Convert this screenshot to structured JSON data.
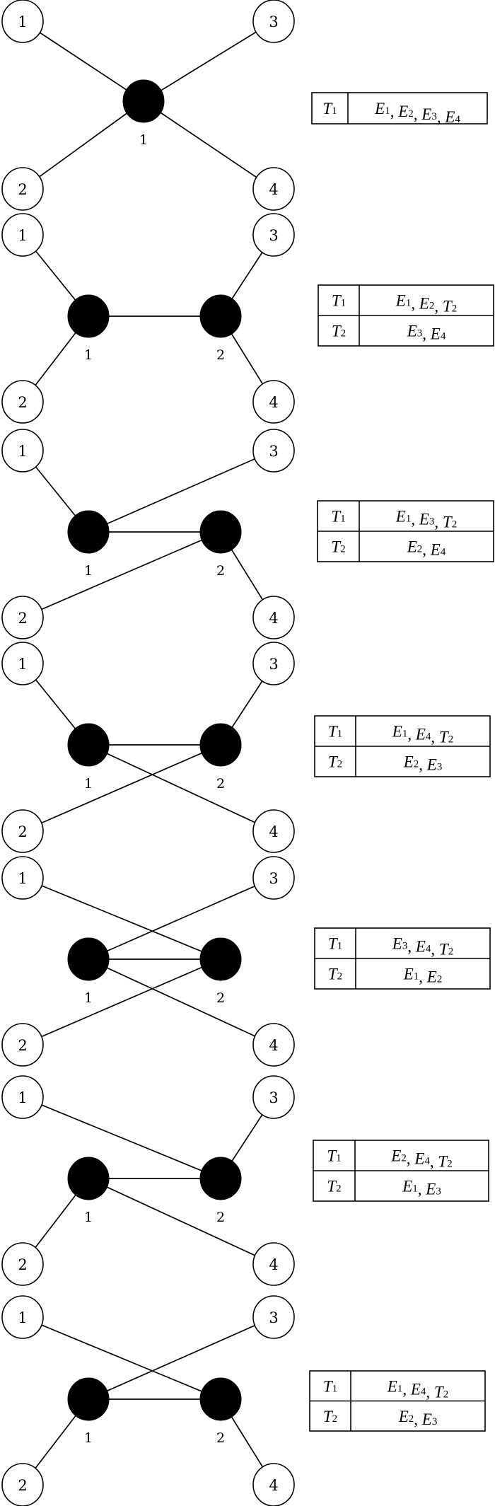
{
  "figure": {
    "description": "Seven tree topologies over leaves 1-4 with their rule tables",
    "colors": {
      "stroke": "#000000",
      "internal_fill": "#000000",
      "leaf_fill": "#ffffff",
      "background": "#ffffff"
    },
    "panels": [
      {
        "id": 1,
        "leaves": [
          "1",
          "2",
          "3",
          "4"
        ],
        "internal_nodes": [
          "1"
        ],
        "edges": [
          [
            "L1",
            "I1"
          ],
          [
            "L3",
            "I1"
          ],
          [
            "L2",
            "I1"
          ],
          [
            "L4",
            "I1"
          ]
        ],
        "table": [
          {
            "name": "T1",
            "members": [
              "E1",
              "E2",
              "E3",
              "E4"
            ]
          }
        ]
      },
      {
        "id": 2,
        "leaves": [
          "1",
          "2",
          "3",
          "4"
        ],
        "internal_nodes": [
          "1",
          "2"
        ],
        "edges": [
          [
            "I1",
            "I2"
          ],
          [
            "L1",
            "I1"
          ],
          [
            "L2",
            "I1"
          ],
          [
            "L3",
            "I2"
          ],
          [
            "L4",
            "I2"
          ]
        ],
        "table": [
          {
            "name": "T1",
            "members": [
              "E1",
              "E2",
              "T2"
            ]
          },
          {
            "name": "T2",
            "members": [
              "E3",
              "E4"
            ]
          }
        ]
      },
      {
        "id": 3,
        "leaves": [
          "1",
          "2",
          "3",
          "4"
        ],
        "internal_nodes": [
          "1",
          "2"
        ],
        "edges": [
          [
            "I1",
            "I2"
          ],
          [
            "L1",
            "I1"
          ],
          [
            "L3",
            "I1"
          ],
          [
            "L2",
            "I2"
          ],
          [
            "L4",
            "I2"
          ]
        ],
        "table": [
          {
            "name": "T1",
            "members": [
              "E1",
              "E3",
              "T2"
            ]
          },
          {
            "name": "T2",
            "members": [
              "E2",
              "E4"
            ]
          }
        ]
      },
      {
        "id": 4,
        "leaves": [
          "1",
          "2",
          "3",
          "4"
        ],
        "internal_nodes": [
          "1",
          "2"
        ],
        "edges": [
          [
            "I1",
            "I2"
          ],
          [
            "L1",
            "I1"
          ],
          [
            "L4",
            "I1"
          ],
          [
            "L2",
            "I2"
          ],
          [
            "L3",
            "I2"
          ]
        ],
        "table": [
          {
            "name": "T1",
            "members": [
              "E1",
              "E4",
              "T2"
            ]
          },
          {
            "name": "T2",
            "members": [
              "E2",
              "E3"
            ]
          }
        ]
      },
      {
        "id": 5,
        "leaves": [
          "1",
          "2",
          "3",
          "4"
        ],
        "internal_nodes": [
          "1",
          "2"
        ],
        "edges": [
          [
            "I1",
            "I2"
          ],
          [
            "L3",
            "I1"
          ],
          [
            "L4",
            "I1"
          ],
          [
            "L1",
            "I2"
          ],
          [
            "L2",
            "I2"
          ]
        ],
        "table": [
          {
            "name": "T1",
            "members": [
              "E3",
              "E4",
              "T2"
            ]
          },
          {
            "name": "T2",
            "members": [
              "E1",
              "E2"
            ]
          }
        ]
      },
      {
        "id": 6,
        "leaves": [
          "1",
          "2",
          "3",
          "4"
        ],
        "internal_nodes": [
          "1",
          "2"
        ],
        "edges": [
          [
            "I1",
            "I2"
          ],
          [
            "L2",
            "I1"
          ],
          [
            "L4",
            "I1"
          ],
          [
            "L1",
            "I2"
          ],
          [
            "L3",
            "I2"
          ]
        ],
        "table": [
          {
            "name": "T1",
            "members": [
              "E2",
              "E4",
              "T2"
            ]
          },
          {
            "name": "T2",
            "members": [
              "E1",
              "E3"
            ]
          }
        ]
      },
      {
        "id": 7,
        "leaves": [
          "1",
          "2",
          "3",
          "4"
        ],
        "internal_nodes": [
          "1",
          "2"
        ],
        "edges": [
          [
            "I1",
            "I2"
          ],
          [
            "L2",
            "I1"
          ],
          [
            "L3",
            "I1"
          ],
          [
            "L1",
            "I2"
          ],
          [
            "L4",
            "I2"
          ]
        ],
        "table": [
          {
            "name": "T1",
            "members": [
              "E1",
              "E4",
              "T2"
            ]
          },
          {
            "name": "T2",
            "members": [
              "E2",
              "E3"
            ]
          }
        ]
      }
    ]
  }
}
